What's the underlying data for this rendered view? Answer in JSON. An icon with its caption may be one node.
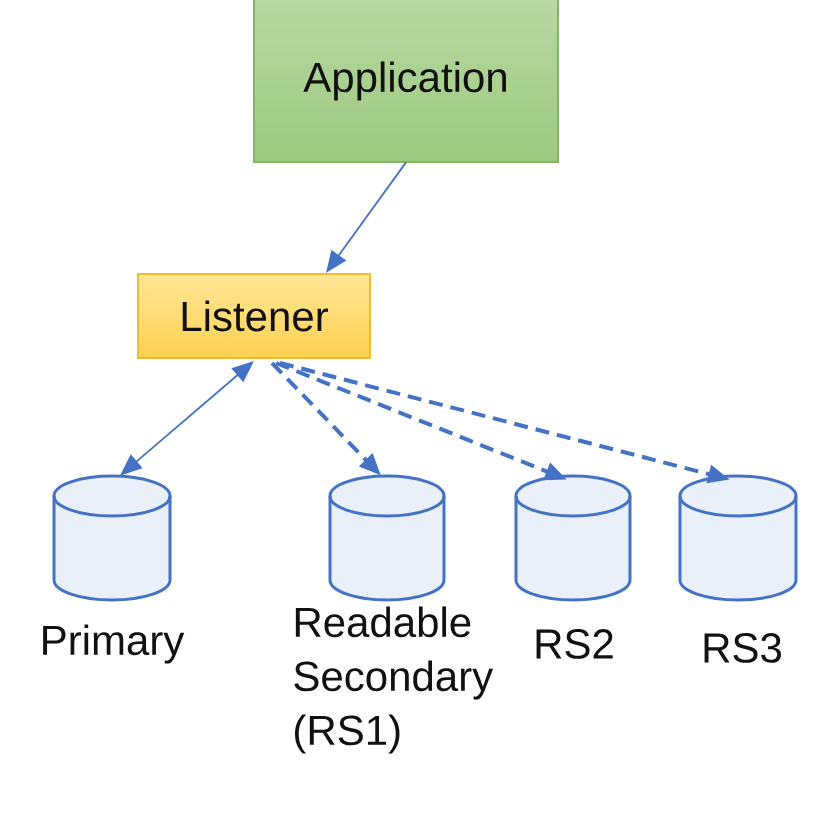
{
  "diagram": {
    "nodes": [
      {
        "text": [
          "Application"
        ]
      },
      {
        "text": [
          "Listener"
        ]
      },
      {
        "text": [
          "Primary"
        ]
      },
      {
        "text": [
          "Readable Secondary (RS1)"
        ]
      },
      {
        "text": [
          "RS2"
        ]
      },
      {
        "text": [
          "RS3"
        ]
      }
    ],
    "edges": [
      {
        "from": 0,
        "to": 1,
        "arrow": "to"
      },
      {
        "from": 1,
        "to": 2,
        "arrow": "both"
      },
      {
        "from": 1,
        "to": 3,
        "arrow": "to",
        "style": "dashed"
      },
      {
        "from": 1,
        "to": 4,
        "arrow": "to",
        "style": "dashed"
      },
      {
        "from": 1,
        "to": 5,
        "arrow": "to",
        "style": "dashed"
      }
    ]
  }
}
